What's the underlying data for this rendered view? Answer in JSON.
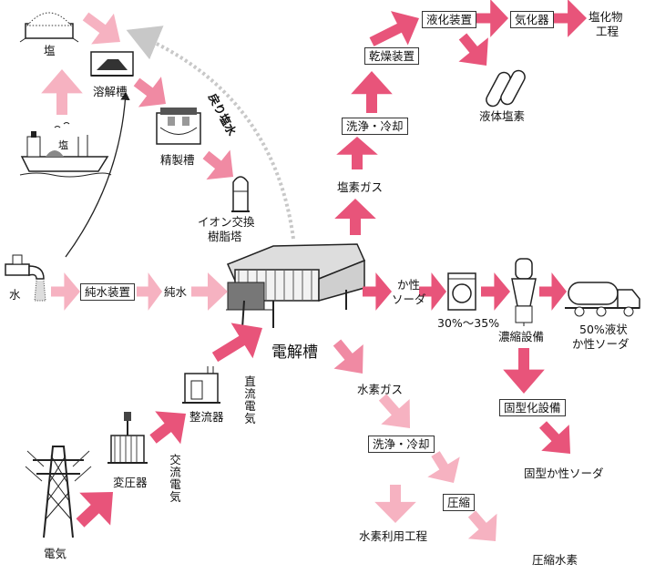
{
  "labels": {
    "salt": "塩",
    "dissolving_tank": "溶解槽",
    "purification_tank": "精製槽",
    "ion_exchange_line1": "イオン交換",
    "ion_exchange_line2": "樹脂塔",
    "return_brine": "戻り塩水",
    "ship_salt": "塩",
    "water": "水",
    "pure_water_device": "純水装置",
    "pure_water": "純水",
    "electrolyzer": "電解槽",
    "chlorine_gas": "塩素ガス",
    "wash_cool_top": "洗浄・冷却",
    "drying_device": "乾燥装置",
    "liquefaction_device": "液化装置",
    "vaporizer": "気化器",
    "chloride_line1": "塩化物",
    "chloride_line2": "工程",
    "liquid_chlorine": "液体塩素",
    "caustic_line1": "か性",
    "caustic_line2": "ソーダ",
    "concentration_range": "30%～35%",
    "concentration_equipment": "濃縮設備",
    "liquid_caustic_line1": "50%液状",
    "liquid_caustic_line2": "か性ソーダ",
    "solidification_equipment": "固型化設備",
    "solid_caustic": "固型か性ソーダ",
    "hydrogen_gas": "水素ガス",
    "wash_cool_bottom": "洗浄・冷却",
    "compression": "圧縮",
    "hydrogen_process": "水素利用工程",
    "compressed_hydrogen": "圧縮水素",
    "rectifier": "整流器",
    "dc_power": "直流電気",
    "transformer": "変圧器",
    "ac_power": "交流電気",
    "electricity": "電気"
  },
  "colors": {
    "arrow_strong": "#e8547a",
    "arrow_medium": "#f08aa3",
    "arrow_light": "#f6b2c1",
    "dotted_arrow": "#c8c8c8",
    "ink": "#222222"
  },
  "icons": [
    "salt-pile-icon",
    "dissolving-tank-icon",
    "purification-tank-icon",
    "ion-exchange-tower-icon",
    "cargo-ship-icon",
    "water-faucet-icon",
    "electrolyzer-icon",
    "gas-cylinder-icon",
    "dryer-machine-icon",
    "concentrator-icon",
    "tanker-truck-icon",
    "rectifier-icon",
    "transformer-icon",
    "power-pylon-icon"
  ]
}
